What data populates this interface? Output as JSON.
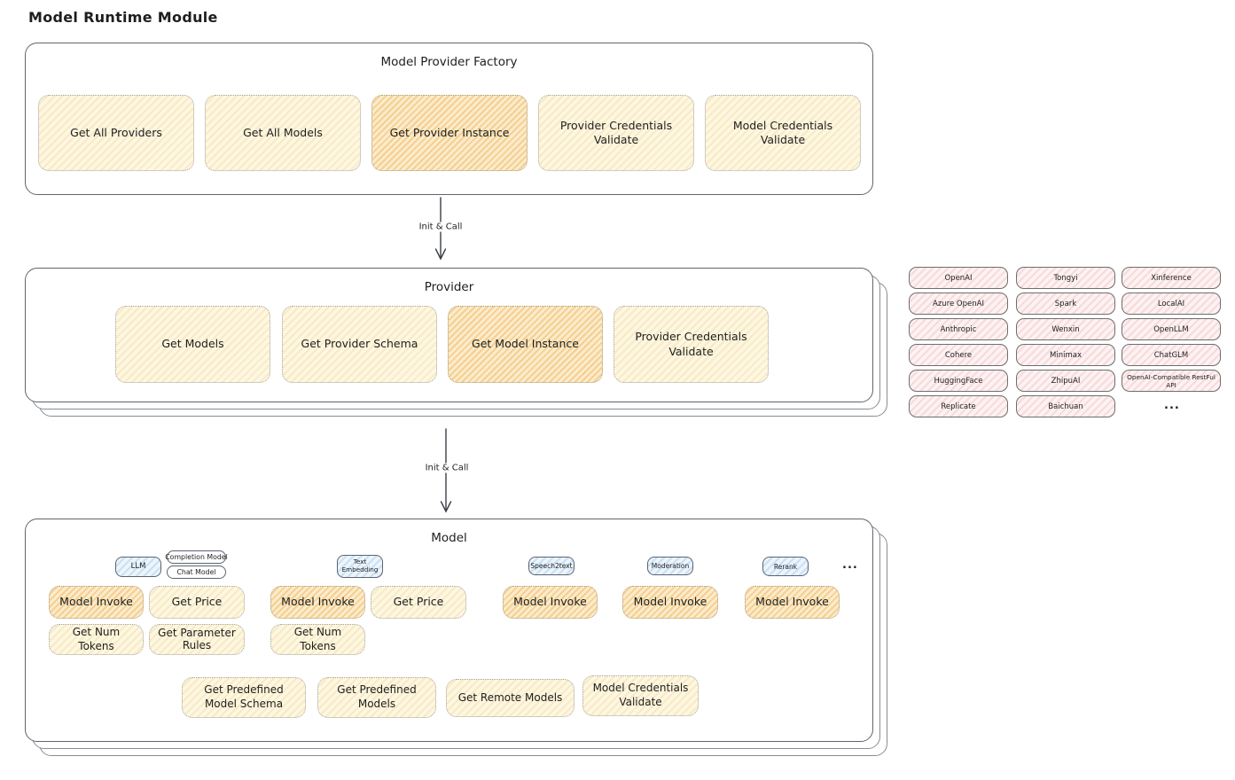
{
  "title": "Model Runtime Module",
  "arrows": [
    "Init & Call",
    "Init & Call"
  ],
  "colors": {
    "yellow_fill": "#fdf7e2",
    "orange_fill": "#faeccb",
    "blue_fill": "#ecf5fc",
    "pink_fill": "#fdf2f2",
    "ink": "#1e1e1e"
  },
  "factory": {
    "title": "Model Provider Factory",
    "boxes": [
      "Get All Providers",
      "Get All Models",
      "Get Provider Instance",
      "Provider Credentials Validate",
      "Model Credentials Validate"
    ]
  },
  "provider": {
    "title": "Provider",
    "boxes": [
      "Get Models",
      "Get Provider Schema",
      "Get Model Instance",
      "Provider Credentials Validate"
    ]
  },
  "providers_grid": {
    "col1": [
      "OpenAI",
      "Azure OpenAI",
      "Anthropic",
      "Cohere",
      "HuggingFace",
      "Replicate"
    ],
    "col2": [
      "Tongyi",
      "Spark",
      "Wenxin",
      "Minimax",
      "ZhipuAI",
      "Baichuan"
    ],
    "col3": [
      "Xinference",
      "LocalAI",
      "OpenLLM",
      "ChatGLM",
      "OpenAI-Compatible RestFul API"
    ],
    "more": "..."
  },
  "model": {
    "title": "Model",
    "tabs": {
      "llm": "LLM",
      "completion_model": "Completion Model",
      "chat_model": "Chat Model",
      "text_embedding": "Text Embedding",
      "speech2text": "Speech2text",
      "moderation": "Moderation",
      "rerank": "Rerank",
      "more": "..."
    },
    "invoke_row": [
      "Model Invoke",
      "Get Price",
      "Model Invoke",
      "Get Price",
      "Model Invoke",
      "Model Invoke",
      "Model Invoke"
    ],
    "token_row": [
      "Get Num Tokens",
      "Get Parameter Rules",
      "Get Num Tokens"
    ],
    "bottom_row": [
      "Get Predefined Model Schema",
      "Get Predefined Models",
      "Get Remote Models",
      "Model Credentials Validate"
    ]
  }
}
